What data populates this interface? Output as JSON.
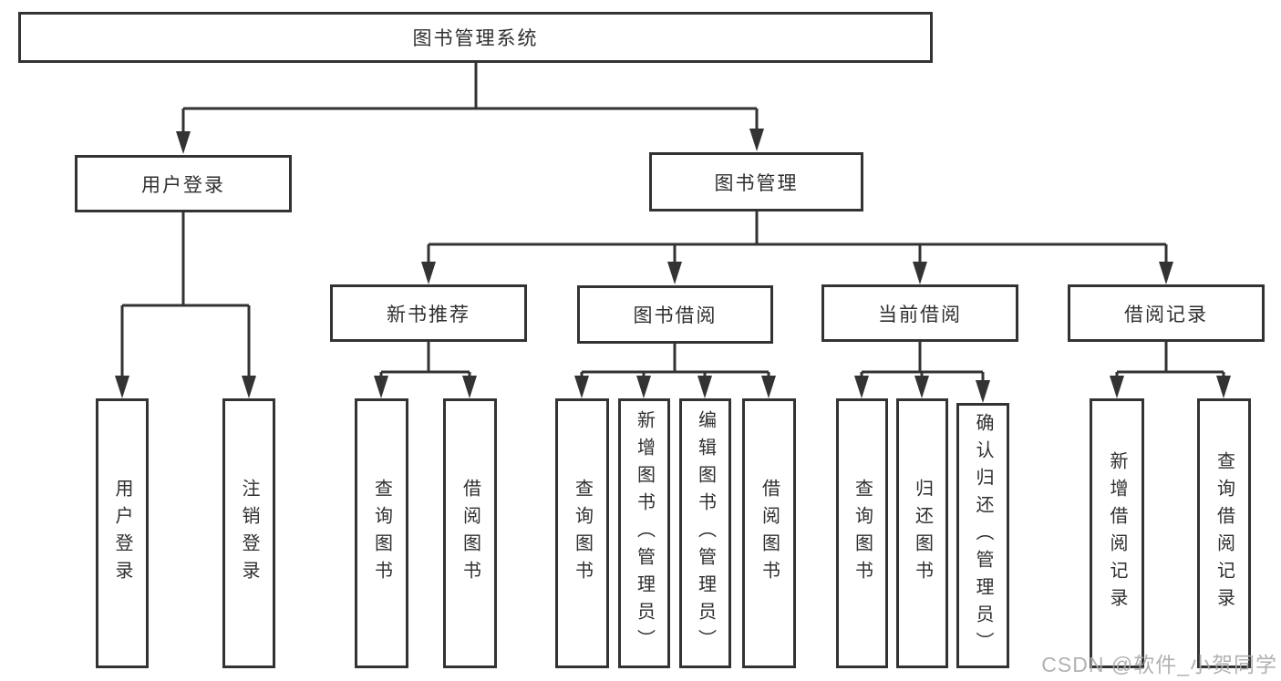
{
  "diagram": {
    "watermark": "CSDN @软件_小贺同学",
    "colors": {
      "line": "#333333",
      "box_border": "#333333",
      "text": "#2f2f2f",
      "watermark": "#aaaaaa"
    },
    "root": {
      "label": "图书管理系统"
    },
    "branches": [
      {
        "label": "用户登录",
        "children": [
          {
            "label": "用户登录"
          },
          {
            "label": "注销登录"
          }
        ]
      },
      {
        "label": "图书管理",
        "children": [
          {
            "label": "新书推荐",
            "children": [
              {
                "label": "查询图书"
              },
              {
                "label": "借阅图书"
              }
            ]
          },
          {
            "label": "图书借阅",
            "children": [
              {
                "label": "查询图书"
              },
              {
                "label": "新增图书（管理员）"
              },
              {
                "label": "编辑图书（管理员）"
              },
              {
                "label": "借阅图书"
              }
            ]
          },
          {
            "label": "当前借阅",
            "children": [
              {
                "label": "查询图书"
              },
              {
                "label": "归还图书"
              },
              {
                "label": "确认归还（管理员）"
              }
            ]
          },
          {
            "label": "借阅记录",
            "children": [
              {
                "label": "新增借阅记录"
              },
              {
                "label": "查询借阅记录"
              }
            ]
          }
        ]
      }
    ]
  }
}
